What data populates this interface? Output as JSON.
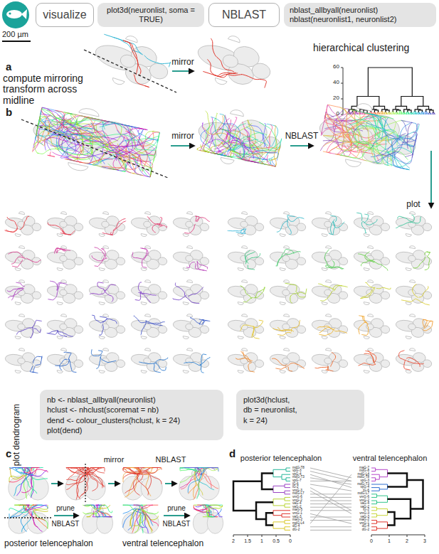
{
  "diagram": {
    "nodes": [
      {
        "text": [
          "visualize"
        ]
      },
      {
        "text": [
          "plot3d(neuronlist, soma = TRUE)"
        ]
      },
      {
        "text": [
          "NBLAST"
        ]
      },
      {
        "text": [
          "nblast_allbyall(neuronlist)",
          "nblast(neuronlist1, neuronlist2)"
        ]
      },
      {
        "text": [
          "nb <- nblast_allbyall(neuronlist)",
          "hclust <- nhclust(scoremat = nb)",
          "dend <- colour_clusters(hclust, k = 24)",
          "plot(dend)"
        ]
      },
      {
        "text": [
          "plot3d(hclust,",
          "db = neuronlist,",
          "k = 24)"
        ]
      }
    ],
    "labels": [
      "200 µm",
      "a",
      "compute mirroring transform across midline",
      "mirror",
      "hierarchical clustering",
      "60",
      "40",
      "20",
      "0",
      "b",
      "mirror",
      "NBLAST",
      "plot",
      "plot dendrogram",
      "c",
      "mirror",
      "NBLAST",
      "prune",
      "NBLAST",
      "prune",
      "NBLAST",
      "posterior telencephalon",
      "ventral telencephalon",
      "d",
      "posterior telencephalon",
      "ventral telencephalon",
      "2",
      "1.5",
      "1",
      "0.5",
      "0",
      "0",
      "1",
      "2",
      "3",
      "mdG-T8",
      "vpG-3",
      "vpG-4",
      "mdG-T3",
      "vpG-7",
      "lG-6",
      "lG-2",
      "vmG-3",
      "mdG-L7",
      "vmG-6",
      "vmG-2",
      "vaG-4",
      "vaG-2",
      "maG-5",
      "vmG-1",
      "vaG-3",
      "maG-2",
      "mdG-L4",
      "dG-4",
      "dG-2",
      "maG-7",
      "mdG-8",
      "mdG-L4",
      "mdG-T8",
      "vpG-3",
      "mdG-T3",
      "vpG-4",
      "lG-6",
      "mdG-L7",
      "vmG-6",
      "vmG-2",
      "vaG-4",
      "vaG-2",
      "lG-2",
      "vmG-3",
      "vaG-3",
      "maG-2",
      "vmG-1",
      "dG-4",
      "dG-2"
    ]
  }
}
